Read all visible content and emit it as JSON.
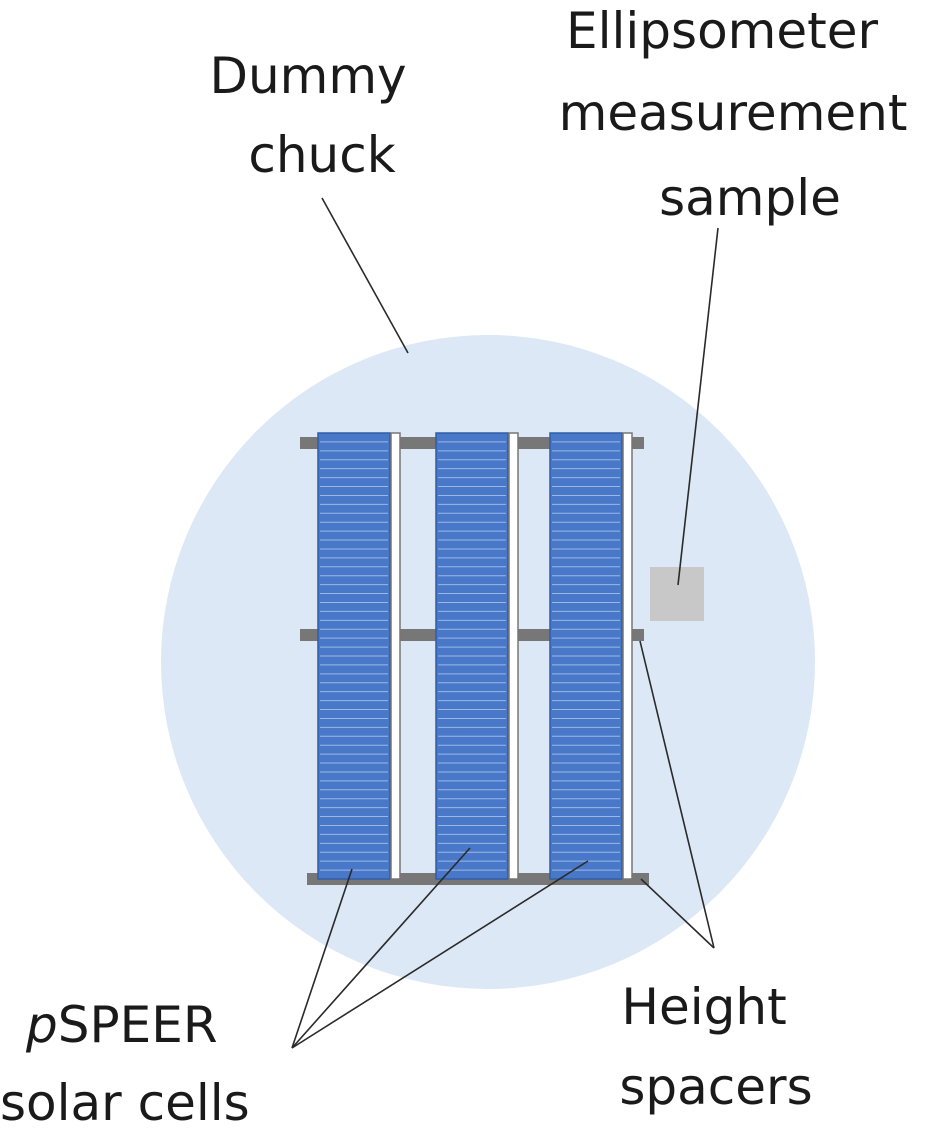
{
  "labels": {
    "dummy_chuck": [
      "Dummy",
      "chuck"
    ],
    "ellipsometer": [
      "Ellipsometer",
      "measurement",
      "sample"
    ],
    "solar_cells": {
      "prefix_italic": "p",
      "line1_rest": "SPEER",
      "line2": "solar cells"
    },
    "height_spacers": [
      "Height",
      "spacers"
    ]
  },
  "diagram": {
    "cell_count": 3,
    "finger_lines_per_cell": 50,
    "spacer_rows": 3
  },
  "colors": {
    "chuck": "#dce8f6",
    "cell": "#4a78c8",
    "cell_border": "#2f5ea8",
    "finger": "#9bb8e6",
    "spacer": "#777777",
    "sample": "#c8c8c8",
    "text": "#1a1a1a"
  }
}
